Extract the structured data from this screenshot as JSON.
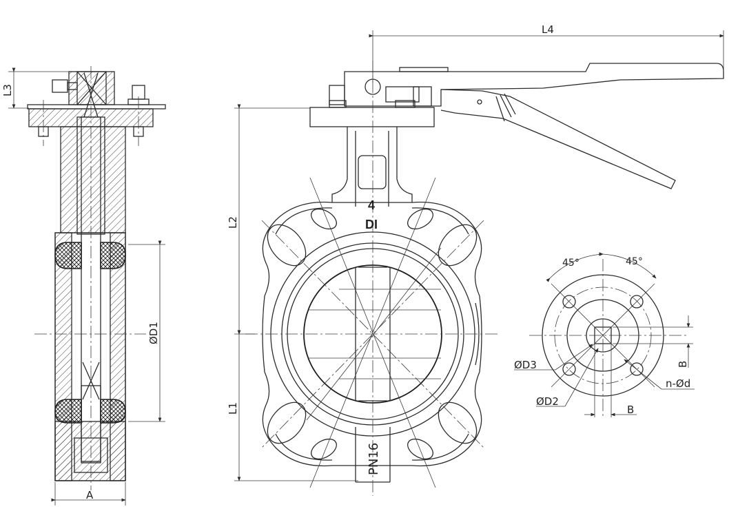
{
  "labels": {
    "L4": "L4",
    "L3": "L3",
    "L2": "L2",
    "L1": "L1",
    "D1": "ØD1",
    "A": "A",
    "D3": "ØD3",
    "D2": "ØD2",
    "nd": "n-Ød",
    "B": "B",
    "angle_left": "45°",
    "angle_right": "45°",
    "body_size": "4",
    "body_material": "DI",
    "body_pressure": "PN16"
  },
  "colors": {
    "line": "#2b2b2b",
    "background": "#ffffff"
  }
}
